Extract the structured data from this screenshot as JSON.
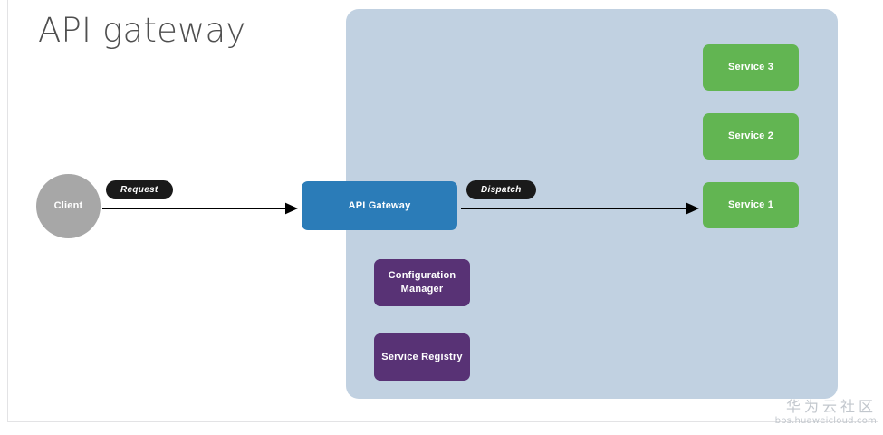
{
  "slide": {
    "title": "API gateway"
  },
  "boundary": {
    "name": "api-gateway-boundary",
    "color": "#c1d1e1"
  },
  "nodes": {
    "client": {
      "label": "Client",
      "color": "#a7a7a7",
      "shape": "circle"
    },
    "gateway": {
      "label": "API Gateway",
      "color": "#2b7cb8",
      "shape": "rounded-rect"
    },
    "service3": {
      "label": "Service 3",
      "color": "#62b552",
      "shape": "rounded-rect"
    },
    "service2": {
      "label": "Service 2",
      "color": "#62b552",
      "shape": "rounded-rect"
    },
    "service1": {
      "label": "Service 1",
      "color": "#62b552",
      "shape": "rounded-rect"
    },
    "config": {
      "label": "Configuration Manager",
      "line1": "Configuration",
      "line2": "Manager",
      "color": "#583275",
      "shape": "rounded-rect"
    },
    "registry": {
      "label": "Service Registry",
      "color": "#583275",
      "shape": "rounded-rect"
    }
  },
  "edges": {
    "request": {
      "label": "Request",
      "from": "client",
      "to": "gateway",
      "color": "#000000"
    },
    "dispatch": {
      "label": "Dispatch",
      "from": "gateway",
      "to": "service1",
      "color": "#000000"
    }
  },
  "watermark": {
    "cn": "华为云社区",
    "url": "bbs.huaweicloud.com",
    "color": "#c2c7cd"
  }
}
